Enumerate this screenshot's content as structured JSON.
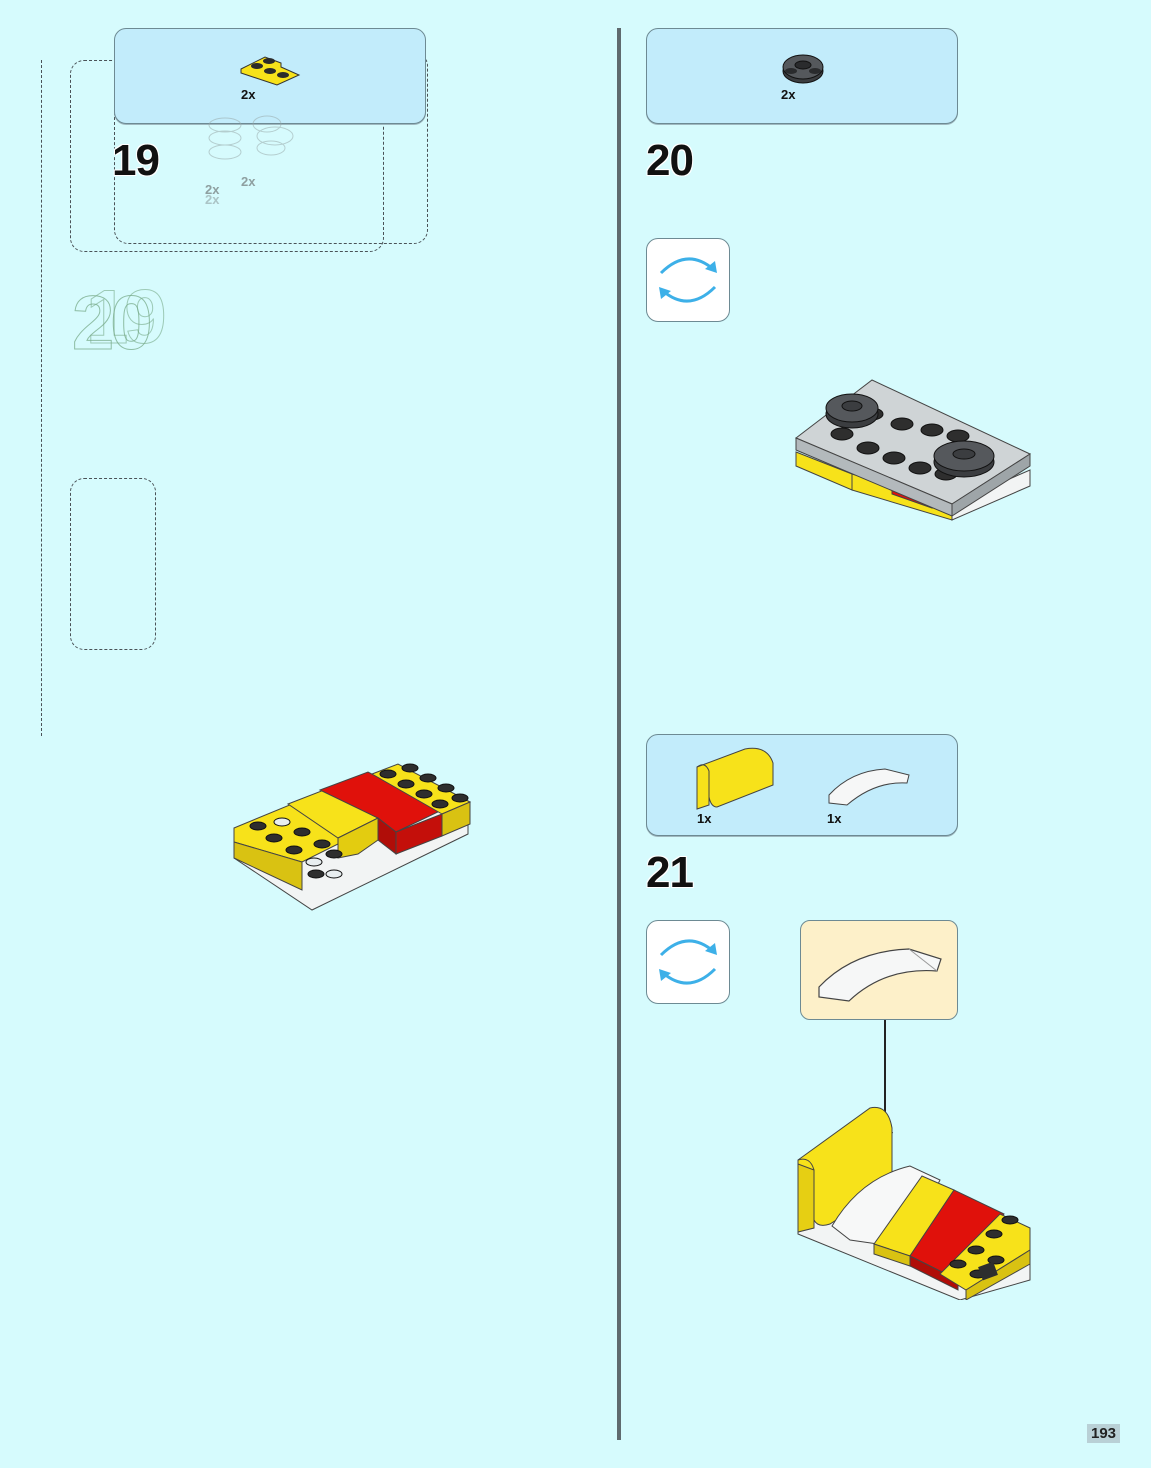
{
  "steps": {
    "s19": {
      "number": "19",
      "parts": [
        {
          "qty": "2x"
        }
      ]
    },
    "s20": {
      "number": "20",
      "parts": [
        {
          "qty": "2x"
        }
      ]
    },
    "s21": {
      "number": "21",
      "parts": [
        {
          "qty": "1x"
        },
        {
          "qty": "1x"
        }
      ]
    }
  },
  "ghost": {
    "number_a": "20",
    "number_b": "19",
    "qty_a": "2x",
    "qty_b": "2x",
    "qty_c": "2x"
  },
  "page_number": "193",
  "colors": {
    "background": "#d6fbfd",
    "parts_box": "#c2ecfb",
    "callout": "#fdf0c9",
    "brick_yellow": "#f7e21a",
    "brick_red": "#e0110b",
    "brick_white": "#f2f4f4",
    "brick_dark_grey": "#3b3d40",
    "rotate_arrow": "#3db0e8"
  },
  "icons": [
    "rotate-model-icon",
    "down-arrow-icon"
  ]
}
